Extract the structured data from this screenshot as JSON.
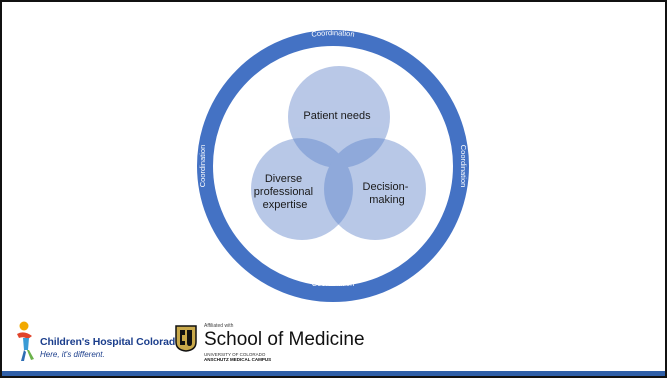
{
  "diagram": {
    "ring_labels": {
      "top": "Coordination",
      "bottom": "Coordination",
      "left": "Coordination",
      "right": "Coordination"
    },
    "circles": {
      "top": "Patient needs",
      "left": [
        "Diverse",
        "professional",
        "expertise"
      ],
      "right": [
        "Decision-",
        "making"
      ]
    },
    "colors": {
      "ring": "#4472c4",
      "ring_text": "#ffffff",
      "circle_fill": "#a9bce2",
      "circle_text": "#1a1a1a",
      "bottom_bar": "#2f5fa8"
    }
  },
  "footer": {
    "childrens_hospital": {
      "name": "Children's Hospital Colorado",
      "tagline": "Here, it's different."
    },
    "school_of_medicine": {
      "affiliated": "Affiliated with",
      "name": "School of Medicine",
      "university": "UNIVERSITY OF COLORADO",
      "campus": "ANSCHUTZ MEDICAL CAMPUS"
    }
  }
}
